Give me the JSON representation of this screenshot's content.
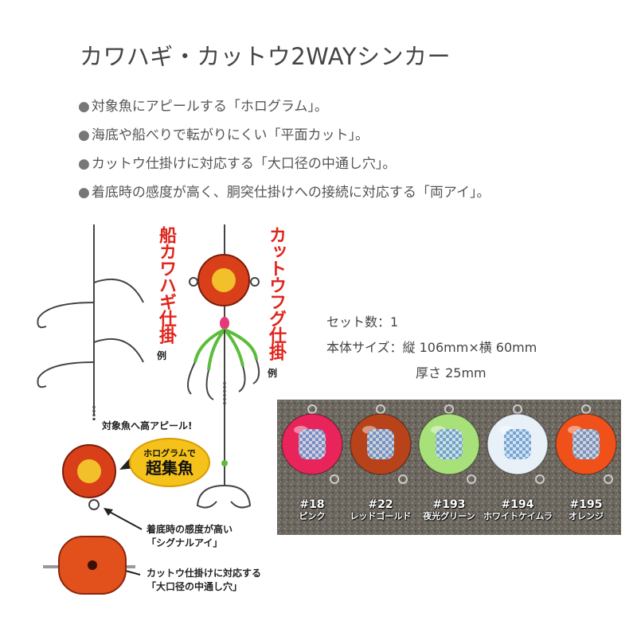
{
  "title": "カワハギ・カットウ2WAYシンカー",
  "features": [
    "対象魚にアピールする「ホログラム」。",
    "海底や船べりで転がりにくい「平面カット」。",
    "カットウ仕掛けに対応する「大口径の中通し穴」。",
    "着底時の感度が高く、胴突仕掛けへの接続に対応する「両アイ」。"
  ],
  "bullet": "●",
  "specs": {
    "set_count": "セット数：1",
    "size": "本体サイズ：縦 106mm×横 60mm",
    "thickness": "厚さ 25mm"
  },
  "diagram": {
    "rig_left_title": "船カワハギ仕掛",
    "rig_left_example": "例",
    "rig_right_title": "カットウフグ仕掛",
    "rig_right_example": "例",
    "appeal_text": "対象魚へ高アピール!",
    "badge_line1": "ホログラムで",
    "badge_line2": "超集魚",
    "signal_eye_line1": "着底時の感度が高い",
    "signal_eye_line2": "「シグナルアイ」",
    "hole_line1": "カットウ仕掛けに対応する",
    "hole_line2": "「大口径の中通し穴」"
  },
  "colors_lineup": [
    {
      "number": "#18",
      "name": "ピンク",
      "color": "#e8245a"
    },
    {
      "number": "#22",
      "name": "レッドゴールド",
      "color": "#b8421a"
    },
    {
      "number": "#193",
      "name": "夜光グリーン",
      "color": "#a8e07a"
    },
    {
      "number": "#194",
      "name": "ホワイトケイムラ",
      "color": "#e8f0f8"
    },
    {
      "number": "#195",
      "name": "オレンジ",
      "color": "#f0501a"
    }
  ]
}
